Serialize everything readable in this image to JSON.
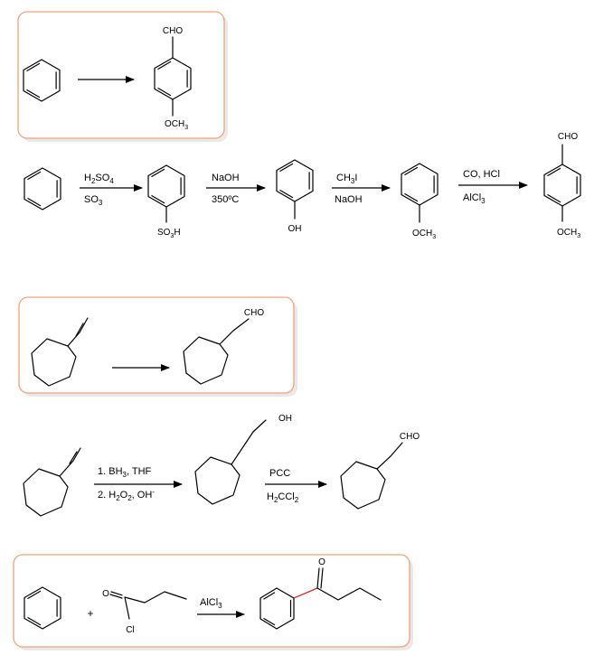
{
  "problems": [
    {
      "target": {
        "product_substituents": [
          "CHO",
          "OCH",
          "3"
        ]
      },
      "synthesis": {
        "steps": [
          {
            "reagent_top": [
              "H",
              "2",
              "SO",
              "4"
            ],
            "reagent_bottom": [
              "SO",
              "3"
            ]
          },
          {
            "reagent_top": [
              "NaOH"
            ],
            "reagent_bottom": [
              "350ºC"
            ]
          },
          {
            "reagent_top": [
              "CH",
              "3",
              "I"
            ],
            "reagent_bottom": [
              "NaOH"
            ]
          },
          {
            "reagent_top": [
              "CO, HCl"
            ],
            "reagent_bottom": [
              "AlCl",
              "3"
            ]
          }
        ],
        "labels": {
          "so3h": [
            "SO",
            "3",
            "H"
          ],
          "oh": "OH",
          "och3": [
            "OCH",
            "3"
          ],
          "cho": "CHO",
          "och3_final": [
            "OCH",
            "3"
          ]
        }
      }
    },
    {
      "target": {
        "product_label": "CHO"
      },
      "synthesis": {
        "steps": [
          {
            "reagent_top": [
              "1. BH",
              "3",
              ", THF"
            ],
            "reagent_bottom": [
              "2. H",
              "2",
              "O",
              "2",
              ", OH",
              "-"
            ]
          },
          {
            "reagent_top": [
              "PCC"
            ],
            "reagent_bottom": [
              "H",
              "2",
              "CCl",
              "2"
            ]
          }
        ],
        "labels": {
          "oh": "OH",
          "cho": "CHO"
        }
      }
    },
    {
      "reaction": {
        "plus": "+",
        "acyl_o": "O",
        "acyl_cl": "Cl",
        "reagent": [
          "AlCl",
          "3"
        ],
        "product_o": "O"
      }
    }
  ],
  "colors": {
    "box_border": "#f3a07c",
    "new_bond": "#e0302a"
  }
}
